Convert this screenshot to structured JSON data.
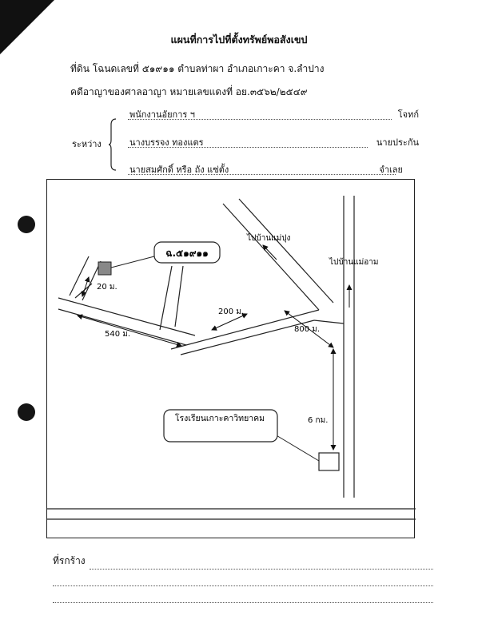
{
  "header": {
    "title": "แผนที่การไปที่ตั้งทรัพย์พอสังเขป",
    "land_line": "ที่ดิน โฉนดเลขที่ ๕๑๙๑๑ ตำบลท่าผา อำเภอเกาะคา จ.ลำปาง",
    "case_line": "คดีอาญาของศาลอาญา หมายเลขแดงที่ อย.๓๕๖๒/๒๕๔๙"
  },
  "parties": {
    "between_label": "ระหว่าง",
    "items": [
      {
        "name": "พนักงานอัยการ ฯ",
        "role": "โจทก์"
      },
      {
        "name": "นางบรรจง ทองแตร",
        "role": "นายประกัน"
      },
      {
        "name": "นายสมศักดิ์ หรือ ถัง แซ่ตั้ง",
        "role": "จำเลย"
      }
    ]
  },
  "map": {
    "deed_label": "ฉ.๕๑๙๑๑",
    "school_label": "โรงเรียนเกาะคาวิทยาคม",
    "to_mae_pung": "ไปบ้านแม่ปุง",
    "to_mae_am": "ไปบ้านแม่อาม",
    "dist_20": "20 ม.",
    "dist_540": "540 ม.",
    "dist_200": "200 ม.",
    "dist_800": "800 ม.",
    "dist_6km": "6 กม."
  },
  "footer": {
    "remark_label": "ที่รกร้าง"
  }
}
